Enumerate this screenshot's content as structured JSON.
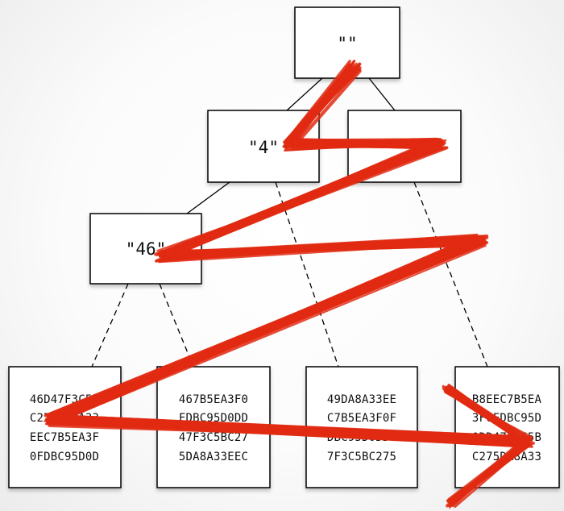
{
  "nodes": {
    "root": {
      "label": "\"\""
    },
    "n4": {
      "label": "\"4\""
    },
    "n_empty": {
      "label": ""
    },
    "n46": {
      "label": "\"46\""
    }
  },
  "leaves": [
    {
      "lines": [
        "46D47F3C5B",
        "C275DA8A33",
        "EEC7B5EA3F",
        "0FDBC95D0D"
      ]
    },
    {
      "lines": [
        "467B5EA3F0",
        "FDBC95D0DD",
        "47F3C5BC27",
        "5DA8A33EEC"
      ]
    },
    {
      "lines": [
        "49DA8A33EE",
        "C7B5EA3F0F",
        "DBC95D0DD4",
        "7F3C5BC275"
      ]
    },
    {
      "lines": [
        "B8EEC7B5EA",
        "3F0FDBC95D",
        "0DD47F3C5B",
        "C275DA8A33"
      ]
    }
  ],
  "colors": {
    "scribble": "#e02a12",
    "box_fill": "#ffffff",
    "box_stroke": "#000000"
  }
}
